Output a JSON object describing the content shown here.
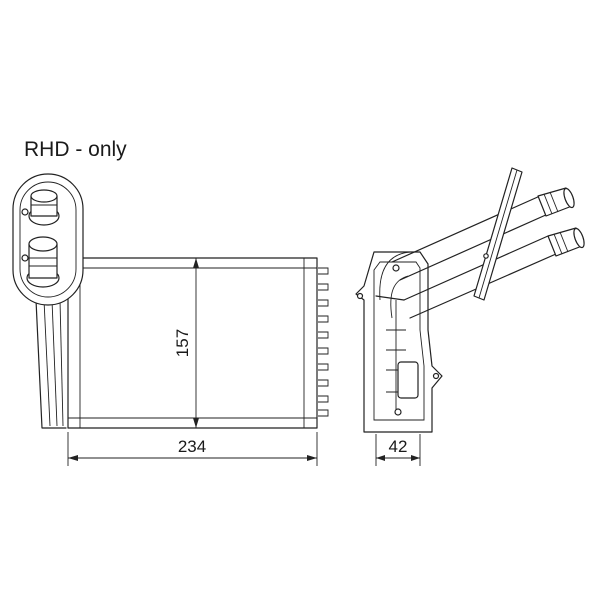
{
  "note": "RHD - only",
  "dimensions": {
    "height": "157",
    "width": "234",
    "depth": "42"
  },
  "colors": {
    "line": "#222222",
    "background": "#ffffff"
  }
}
